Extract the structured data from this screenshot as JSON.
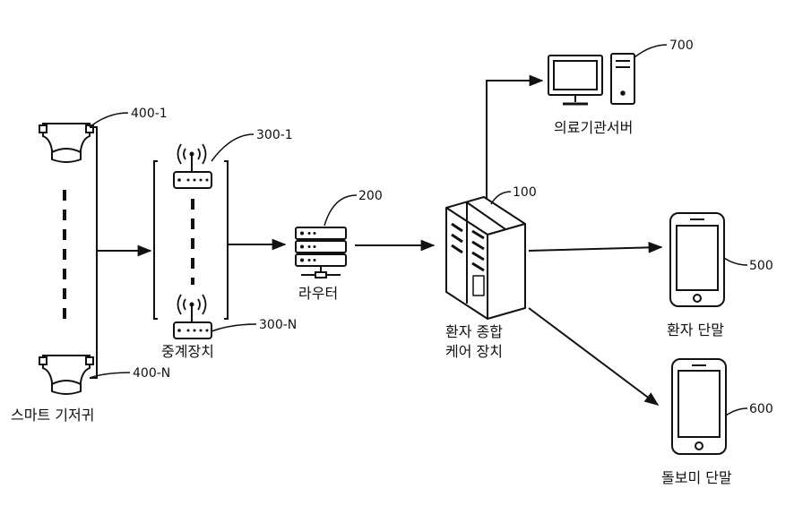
{
  "labels": {
    "diapers": "스마트 기저귀",
    "relay": "중계장치",
    "router": "라우터",
    "care_line1": "환자 종합",
    "care_line2": "케어 장치",
    "server": "의료기관서버",
    "patient_terminal": "환자 단말",
    "guardian_terminal": "돌보미 단말"
  },
  "refs": {
    "diaper_first": "400-1",
    "diaper_last": "400-N",
    "relay_first": "300-1",
    "relay_last": "300-N",
    "router": "200",
    "care": "100",
    "server": "700",
    "patient_terminal": "500",
    "guardian_terminal": "600"
  }
}
